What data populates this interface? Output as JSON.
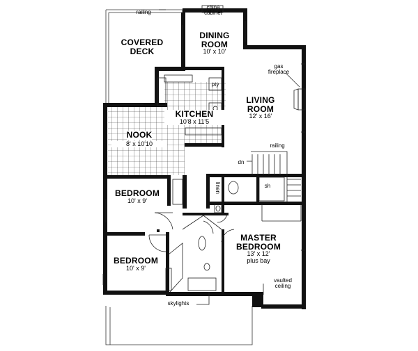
{
  "plan": {
    "rooms": [
      {
        "id": "covered-deck",
        "name_lines": [
          "COVERED",
          "DECK"
        ],
        "dim": ""
      },
      {
        "id": "dining-room",
        "name_lines": [
          "DINING",
          "ROOM"
        ],
        "dim": "10' x 10'"
      },
      {
        "id": "living-room",
        "name_lines": [
          "LIVING",
          "ROOM"
        ],
        "dim": "12' x 16'"
      },
      {
        "id": "kitchen",
        "name_lines": [
          "KITCHEN"
        ],
        "dim": "10'8 x 11'5"
      },
      {
        "id": "nook",
        "name_lines": [
          "NOOK"
        ],
        "dim": "8' x 10'10"
      },
      {
        "id": "bedroom-1",
        "name_lines": [
          "BEDROOM"
        ],
        "dim": "10' x 9'"
      },
      {
        "id": "bedroom-2",
        "name_lines": [
          "BEDROOM"
        ],
        "dim": "10' x 9'"
      },
      {
        "id": "master-bedroom",
        "name_lines": [
          "MASTER",
          "BEDROOM"
        ],
        "dim": "13' x 12'",
        "extra": "plus bay"
      }
    ],
    "notes": {
      "railing_top": "railing",
      "china_cabinet": [
        "china",
        "cabinet"
      ],
      "gas_fireplace": [
        "gas",
        "fireplace"
      ],
      "railing_stair": "railing",
      "dn": "dn",
      "linen": "linen",
      "sh": "sh",
      "vaulted_ceiling": [
        "vaulted",
        "ceiling"
      ],
      "skylights": "skylights",
      "pantry": "pty"
    },
    "colors": {
      "wall": "#111111",
      "line": "#222222",
      "background": "#ffffff"
    }
  }
}
